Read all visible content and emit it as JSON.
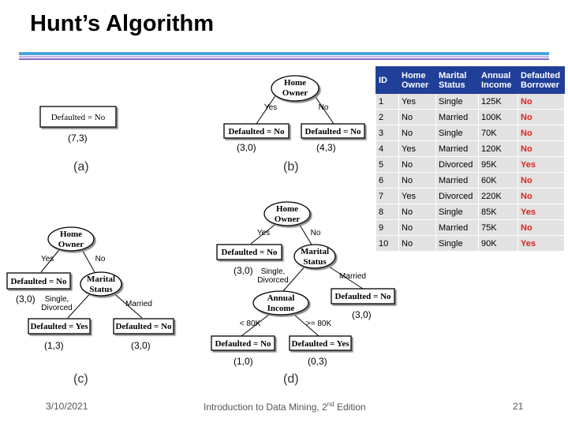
{
  "slide": {
    "title": "Hunt’s Algorithm",
    "footer_date": "3/10/2021",
    "footer_text": "Introduction to Data Mining, 2",
    "footer_sup": "nd",
    "footer_text_end": " Edition",
    "page_number": "21"
  },
  "panels": {
    "a": {
      "label": "(a)",
      "leaf": "Defaulted = No",
      "count": "(7,3)"
    },
    "b": {
      "label": "(b)",
      "root": [
        "Home",
        "Owner"
      ],
      "edge_yes": "Yes",
      "edge_no": "No",
      "leaf_left": "Defaulted = No",
      "leaf_right": "Defaulted = No",
      "count_left": "(3,0)",
      "count_right": "(4,3)"
    },
    "c": {
      "label": "(c)",
      "root": [
        "Home",
        "Owner"
      ],
      "edge_yes": "Yes",
      "edge_no": "No",
      "leaf_owner": "Defaulted = No",
      "count_owner": "(3,0)",
      "node_marital": [
        "Marital",
        "Status"
      ],
      "edge_single": [
        "Single,",
        "Divorced"
      ],
      "edge_married": "Married",
      "leaf_single": "Defaulted = Yes",
      "leaf_married": "Defaulted = No",
      "count_single": "(1,3)",
      "count_married": "(3,0)"
    },
    "d": {
      "label": "(d)",
      "root": [
        "Home",
        "Owner"
      ],
      "edge_yes": "Yes",
      "edge_no": "No",
      "leaf_owner": "Defaulted = No",
      "count_owner": "(3,0)",
      "node_marital": [
        "Marital",
        "Status"
      ],
      "edge_single": [
        "Single,",
        "Divorced"
      ],
      "edge_married": "Married",
      "leaf_married": "Defaulted = No",
      "count_married": "(3,0)",
      "node_income": [
        "Annual",
        "Income"
      ],
      "edge_low": "< 80K",
      "edge_high": ">= 80K",
      "leaf_low": "Defaulted = No",
      "leaf_high": "Defaulted = Yes",
      "count_low": "(1,0)",
      "count_high": "(0,3)"
    }
  },
  "table": {
    "headers": [
      "ID",
      "Home Owner",
      "Marital Status",
      "Annual Income",
      "Defaulted Borrower"
    ],
    "rows": [
      [
        "1",
        "Yes",
        "Single",
        "125K",
        "No"
      ],
      [
        "2",
        "No",
        "Married",
        "100K",
        "No"
      ],
      [
        "3",
        "No",
        "Single",
        "70K",
        "No"
      ],
      [
        "4",
        "Yes",
        "Married",
        "120K",
        "No"
      ],
      [
        "5",
        "No",
        "Divorced",
        "95K",
        "Yes"
      ],
      [
        "6",
        "No",
        "Married",
        "60K",
        "No"
      ],
      [
        "7",
        "Yes",
        "Divorced",
        "220K",
        "No"
      ],
      [
        "8",
        "No",
        "Single",
        "85K",
        "Yes"
      ],
      [
        "9",
        "No",
        "Married",
        "75K",
        "No"
      ],
      [
        "10",
        "No",
        "Single",
        "90K",
        "Yes"
      ]
    ]
  }
}
